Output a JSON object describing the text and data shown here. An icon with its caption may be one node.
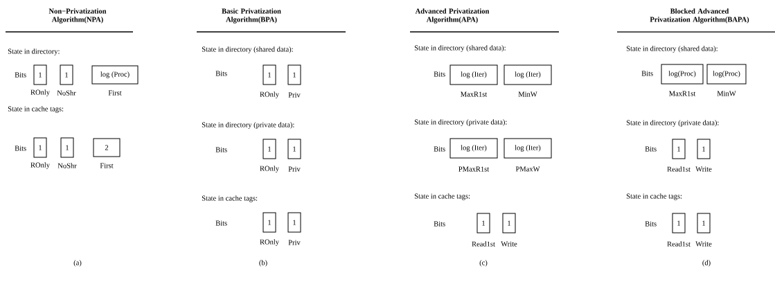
{
  "diagram": {
    "nodes": [
      {
        "text": [
          "1"
        ],
        "beside": [
          "ROnly"
        ]
      },
      {
        "text": [
          "1"
        ],
        "beside": [
          "NoShr"
        ]
      },
      {
        "text": [
          "log (Proc)"
        ],
        "beside": [
          "First"
        ]
      },
      {
        "text": [
          "1"
        ],
        "beside": [
          "ROnly"
        ]
      },
      {
        "text": [
          "1"
        ],
        "beside": [
          "NoShr"
        ]
      },
      {
        "text": [
          "2"
        ],
        "beside": [
          "First"
        ]
      },
      {
        "text": [
          "1"
        ],
        "beside": [
          "ROnly"
        ]
      },
      {
        "text": [
          "1"
        ],
        "beside": [
          "Priv"
        ]
      },
      {
        "text": [
          "1"
        ],
        "beside": [
          "ROnly"
        ]
      },
      {
        "text": [
          "1"
        ],
        "beside": [
          "Priv"
        ]
      },
      {
        "text": [
          "1"
        ],
        "beside": [
          "ROnly"
        ]
      },
      {
        "text": [
          "1"
        ],
        "beside": [
          "Priv"
        ]
      },
      {
        "text": [
          "log (Iter)"
        ],
        "beside": [
          "MaxR1st"
        ]
      },
      {
        "text": [
          "log (Iter)"
        ],
        "beside": [
          "MinW"
        ]
      },
      {
        "text": [
          "log (Iter)"
        ],
        "beside": [
          "PMaxR1st"
        ]
      },
      {
        "text": [
          "log (Iter)"
        ],
        "beside": [
          "PMaxW"
        ]
      },
      {
        "text": [
          "1"
        ],
        "beside": [
          "Read1st"
        ]
      },
      {
        "text": [
          "1"
        ],
        "beside": [
          "Write"
        ]
      },
      {
        "text": [
          "log(Proc)"
        ],
        "beside": [
          "MaxR1st"
        ]
      },
      {
        "text": [
          "log(Proc)"
        ],
        "beside": [
          "MinW"
        ]
      },
      {
        "text": [
          "1"
        ],
        "beside": [
          "Read1st"
        ]
      },
      {
        "text": [
          "1"
        ],
        "beside": [
          "Write"
        ]
      },
      {
        "text": [
          "1"
        ],
        "beside": [
          "Read1st"
        ]
      },
      {
        "text": [
          "1"
        ],
        "beside": [
          "Write"
        ]
      }
    ],
    "labels": [
      "Non−Privatization Algorithm(NPA)",
      "State in directory:",
      "Bits",
      "State in cache tags:",
      "Bits",
      "(a)",
      "Basic Privatization Algorithm(BPA)",
      "State in directory (shared data):",
      "Bits",
      "State in directory (private data):",
      "Bits",
      "State in cache tags:",
      "Bits",
      "(b)",
      "Advanced Privatization Algorithm(APA)",
      "State in directory (shared data):",
      "Bits",
      "State in directory (private data):",
      "Bits",
      "State in cache tags:",
      "Bits",
      "(c)",
      "Blocked Advanced Privatization Algorithm(BAPA)",
      "State in directory (shared data):",
      "Bits",
      "State in directory (private data):",
      "Bits",
      "State in cache tags:",
      "Bits",
      "(d)"
    ]
  }
}
